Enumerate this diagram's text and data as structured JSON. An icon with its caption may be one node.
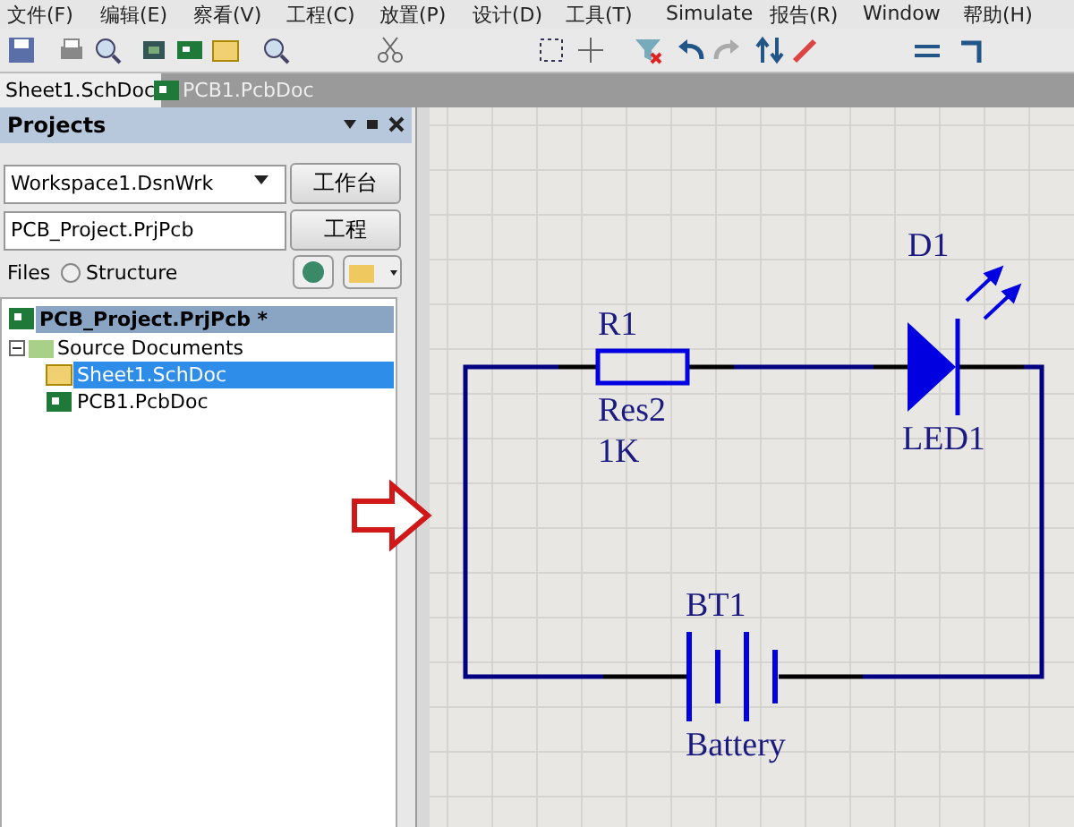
{
  "diagram": {
    "nodes": [
      {
        "text": [
          "R1",
          "Res2",
          "1K"
        ]
      },
      {
        "text": [
          "D1",
          "LED1"
        ]
      },
      {
        "text": [
          "BT1",
          "Battery"
        ]
      }
    ],
    "edges": [
      {
        "from": 0,
        "to": 1,
        "arrow": "none"
      },
      {
        "from": 1,
        "to": 2,
        "arrow": "none"
      },
      {
        "from": 2,
        "to": 0,
        "arrow": "none"
      }
    ],
    "labels": [
      "文件(F)",
      "编辑(E)",
      "察看(V)",
      "工程(C)",
      "放置(P)",
      "设计(D)",
      "工具(T)",
      "Simulate",
      "报告(R)",
      "Window",
      "帮助(H)",
      "Sheet1.SchDoc",
      "PCB1.PcbDoc",
      "Projects",
      "Workspace1.DsnWrk",
      "工作台",
      "PCB_Project.PrjPcb",
      "工程",
      "Files",
      "Structure",
      "PCB_Project.PrjPcb *",
      "Source Documents",
      "Sheet1.SchDoc",
      "PCB1.PcbDoc"
    ]
  }
}
